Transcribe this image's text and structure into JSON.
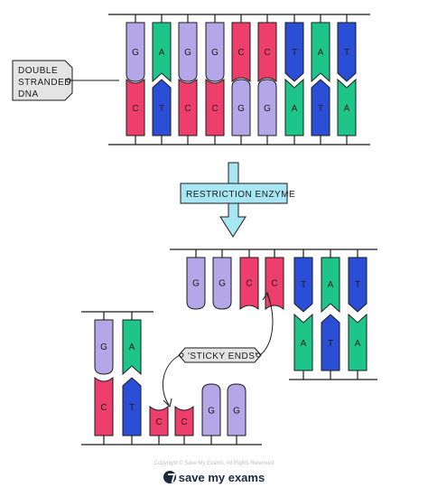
{
  "labels": {
    "double_stranded_dna": [
      "DOUBLE",
      "STRANDED",
      "DNA"
    ],
    "restriction_enzyme": "RESTRICTION  ENZYME",
    "sticky_ends": "'STICKY  ENDS'"
  },
  "colors": {
    "G": "#b3a7e8",
    "A": "#1ec58a",
    "C": "#ee3f6c",
    "T": "#2a4fd6",
    "arrow": "#a8e6f3",
    "stroke": "#1a1a1a"
  },
  "strands": {
    "top_full": [
      "G",
      "A",
      "G",
      "G",
      "C",
      "C",
      "T",
      "A",
      "T"
    ],
    "bottom_full": [
      "C",
      "T",
      "C",
      "C",
      "G",
      "G",
      "A",
      "T",
      "A"
    ],
    "fragment_left_top": [
      "G",
      "A"
    ],
    "fragment_left_bottom": [
      "C",
      "T"
    ],
    "fragment_left_overhang": [
      "C",
      "C",
      "G",
      "G"
    ],
    "fragment_right_overhang": [
      "G",
      "G",
      "C",
      "C"
    ],
    "fragment_right_top": [
      "T",
      "A",
      "T"
    ],
    "fragment_right_bottom": [
      "A",
      "T",
      "A"
    ]
  },
  "footer": {
    "copyright": "Copyright © Save My Exams. All Rights Reserved",
    "brand": "save my exams"
  }
}
